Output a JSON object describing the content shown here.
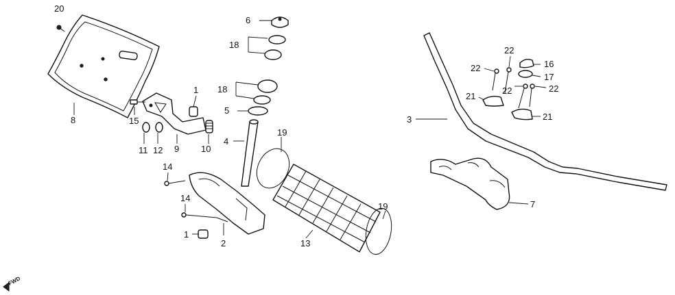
{
  "callouts": {
    "c20": "20",
    "c8": "8",
    "c15": "15",
    "c1a": "1",
    "c11": "11",
    "c12": "12",
    "c9": "9",
    "c10": "10",
    "c6": "6",
    "c18a": "18",
    "c18b": "18",
    "c5": "5",
    "c4": "4",
    "c19a": "19",
    "c19b": "19",
    "c14a": "14",
    "c14b": "14",
    "c1b": "1",
    "c2": "2",
    "c13": "13",
    "c3": "3",
    "c22a": "22",
    "c22b": "22",
    "c22c": "22",
    "c22d": "22",
    "c16": "16",
    "c17": "17",
    "c21a": "21",
    "c21b": "21",
    "c7": "7"
  },
  "direction_marker": "FWD"
}
